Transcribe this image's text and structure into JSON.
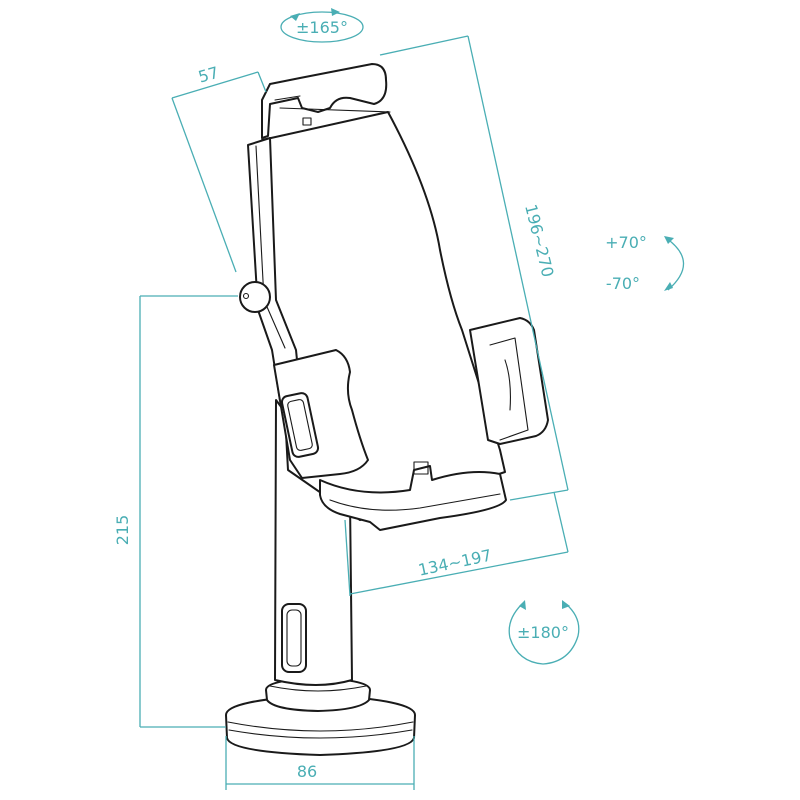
{
  "diagram": {
    "subject": "tablet stand with adjustable holder",
    "colors": {
      "dimension": "#4aaeb4",
      "outline": "#1a1a1a",
      "background": "#ffffff"
    },
    "dimensions": {
      "holder_depth": "57",
      "holder_height_range": "196~270",
      "holder_width_range": "134~197",
      "stand_height": "215",
      "base_diameter": "86"
    },
    "rotations": {
      "swivel_top": "±165°",
      "tilt_up": "+70°",
      "tilt_down": "-70°",
      "base_rotation": "±180°"
    }
  }
}
